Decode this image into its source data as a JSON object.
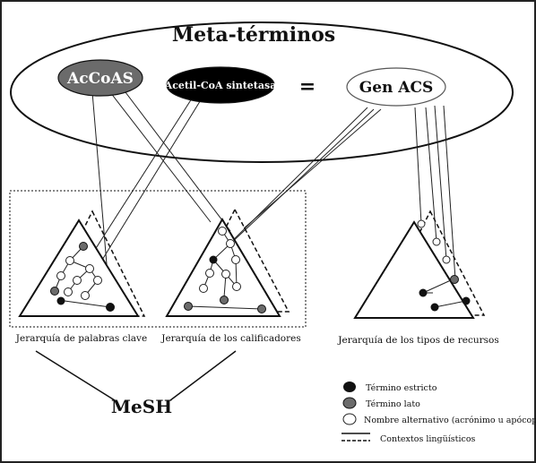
{
  "title": "Meta-términos",
  "equals_sign": "=",
  "concepts": {
    "acoas": "AcCoAS",
    "acetil": "Acetil-CoA sintetasa",
    "gen": "Gen ACS"
  },
  "hierarchies": [
    "Jerarquía de palabras clave",
    "Jerarquía de los calificadores",
    "Jerarquía de los tipos de recursos"
  ],
  "mesh_label": "MeSH",
  "legend": [
    {
      "label": "Término estricto",
      "symbol": "black-dot"
    },
    {
      "label": "Término lato",
      "symbol": "gray-dot"
    },
    {
      "label": "Nombre alternativo (acrónimo u apócope)",
      "symbol": "white-dot"
    },
    {
      "label": "Contextos lingüísticos",
      "symbol": "solid-dashed-lines"
    }
  ],
  "colors": {
    "acoas_fill": "#6b6b6b",
    "acetil_fill": "#000000",
    "gen_fill": "#ffffff",
    "strict_term": "#111111",
    "broad_term": "#6b6b6b",
    "alt_name": "#ffffff"
  }
}
